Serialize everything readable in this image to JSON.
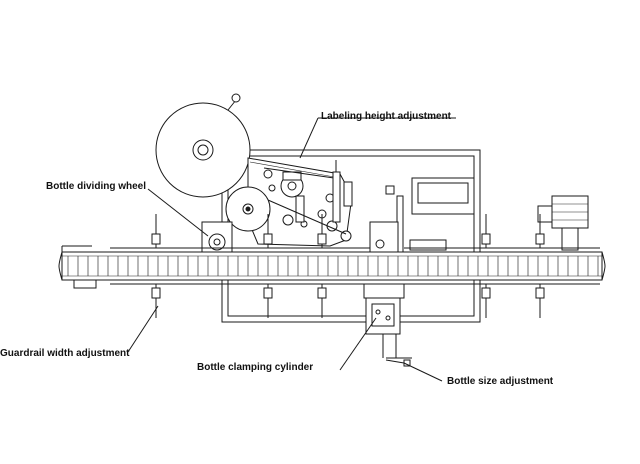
{
  "callouts": {
    "labeling_height": "Labeling height adjustment",
    "dividing_wheel": "Bottle dividing wheel",
    "guardrail_width": "Guardrail width adjustment",
    "clamping_cylinder": "Bottle clamping cylinder",
    "size_adjustment": "Bottle size adjustment"
  },
  "colors": {
    "line": "#1a1a1a",
    "background": "#ffffff"
  }
}
